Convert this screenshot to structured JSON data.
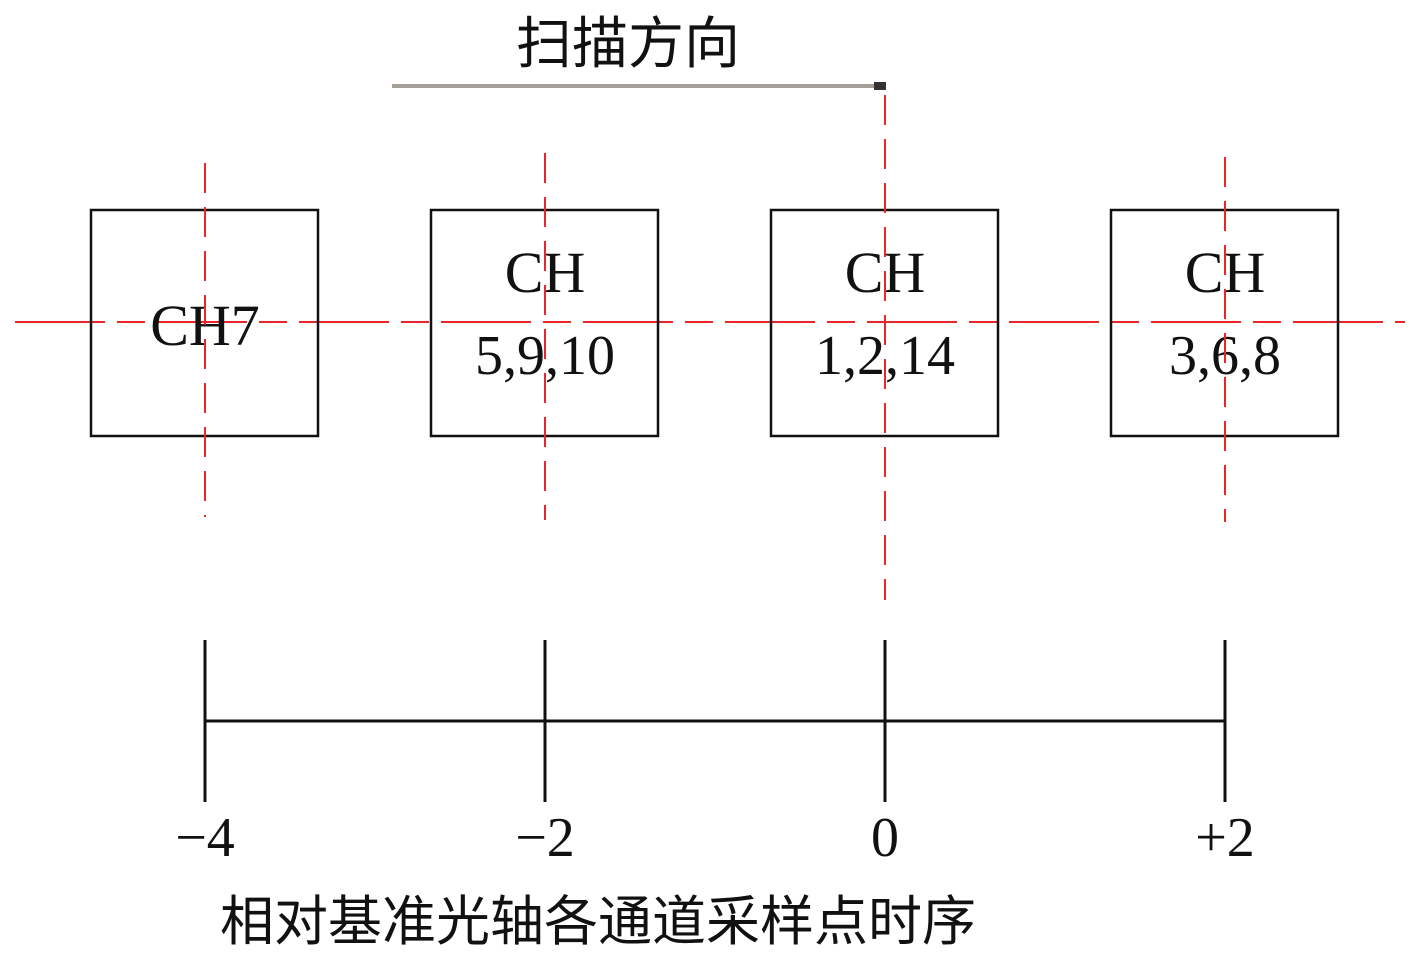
{
  "title": "扫描方向",
  "caption": "相对基准光轴各通道采样点时序",
  "colors": {
    "guide": "#e8262a",
    "arrow": "#a59f9a",
    "line": "#111111"
  },
  "channels": [
    {
      "line1": "CH7",
      "line2": "",
      "position": -4
    },
    {
      "line1": "CH",
      "line2": "5,9,10",
      "position": -2
    },
    {
      "line1": "CH",
      "line2": "1,2,14",
      "position": 0
    },
    {
      "line1": "CH",
      "line2": "3,6,8",
      "position": 2
    }
  ],
  "axis": {
    "ticks": [
      {
        "value": -4,
        "label": "−4"
      },
      {
        "value": -2,
        "label": "−2"
      },
      {
        "value": 0,
        "label": "0"
      },
      {
        "value": 2,
        "label": "+2"
      }
    ]
  }
}
